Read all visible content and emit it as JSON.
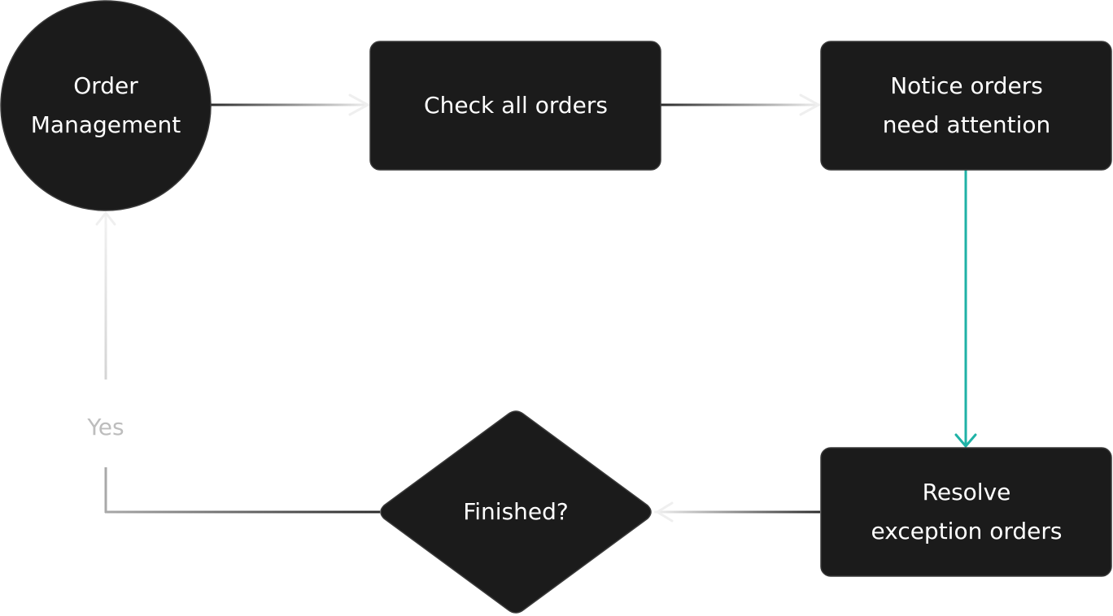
{
  "diagram": {
    "colors": {
      "node_fill": "#1b1b1b",
      "node_stroke": "#3a3a3a",
      "node_text": "#ffffff",
      "edge_dark": "#2a2a2a",
      "edge_light": "#f2f2f2",
      "edge_highlight": "#1fb2a6",
      "label_muted": "#bdbdbd"
    },
    "nodes": {
      "start": {
        "line1": "Order",
        "line2": "Management"
      },
      "check": {
        "label": "Check all orders"
      },
      "notice": {
        "line1": "Notice orders",
        "line2": "need attention"
      },
      "resolve": {
        "line1": "Resolve",
        "line2": "exception orders"
      },
      "decision": {
        "label": "Finished?"
      }
    },
    "edges": {
      "yes_label": "Yes"
    }
  }
}
